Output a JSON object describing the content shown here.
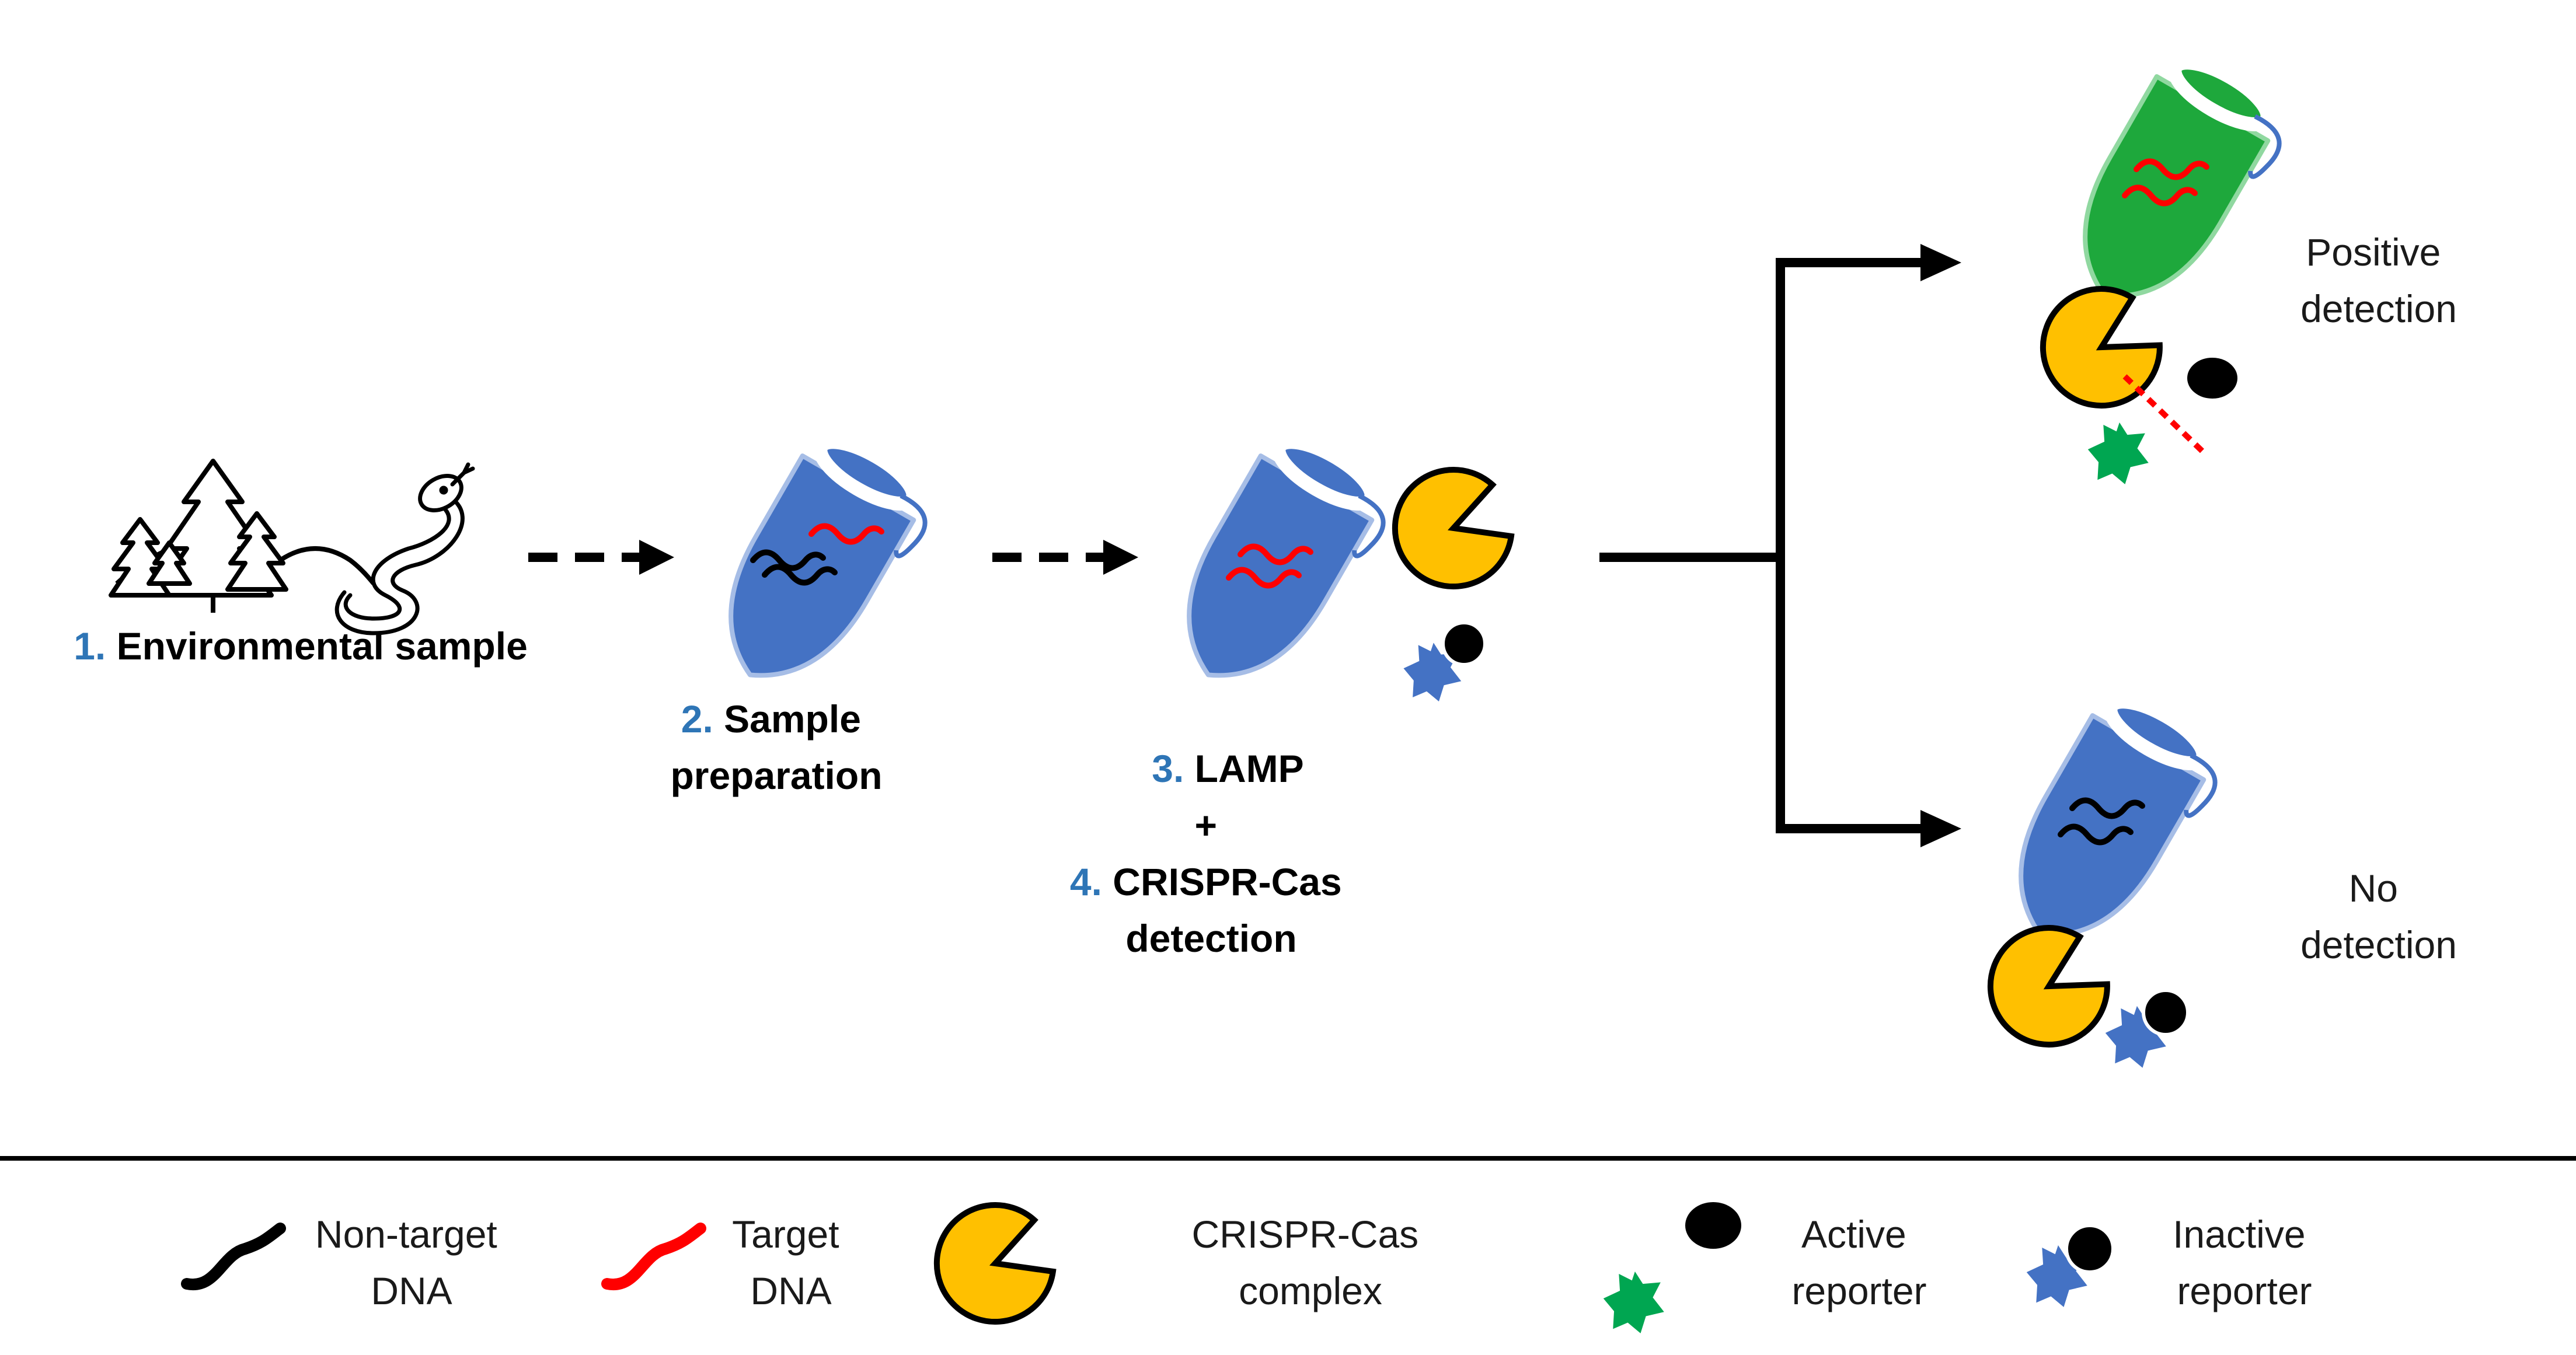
{
  "steps": {
    "step1": {
      "number": "1.",
      "text": "Environmental sample"
    },
    "step2": {
      "number": "2.",
      "line1": "Sample",
      "line2": "preparation"
    },
    "step3": {
      "number": "3.",
      "text": "LAMP",
      "plus": "+"
    },
    "step4": {
      "number": "4.",
      "line1": "CRISPR-Cas",
      "line2": "detection"
    }
  },
  "outcomes": {
    "positive": {
      "line1": "Positive",
      "line2": "detection"
    },
    "negative": {
      "line1": "No",
      "line2": "detection"
    }
  },
  "legend": {
    "non_target": {
      "line1": "Non-target",
      "line2": "DNA"
    },
    "target": {
      "line1": "Target",
      "line2": "DNA"
    },
    "complex": {
      "line1": "CRISPR-Cas",
      "line2": "complex"
    },
    "active": {
      "line1": "Active",
      "line2": "reporter"
    },
    "inactive": {
      "line1": "Inactive",
      "line2": "reporter"
    }
  },
  "colors": {
    "step_number": "#2e75b6",
    "tube_blue": "#4472c4",
    "tube_green": "#1ea83c",
    "cas_yellow": "#ffc000",
    "target_dna": "#ff0000",
    "non_target_dna": "#000000",
    "star_green": "#00a651",
    "star_blue": "#4472c4"
  },
  "icons": [
    "forest-icon",
    "snake-icon",
    "tube-icon",
    "cas-complex-icon",
    "reporter-icon",
    "star-icon",
    "dna-strand-icon"
  ]
}
